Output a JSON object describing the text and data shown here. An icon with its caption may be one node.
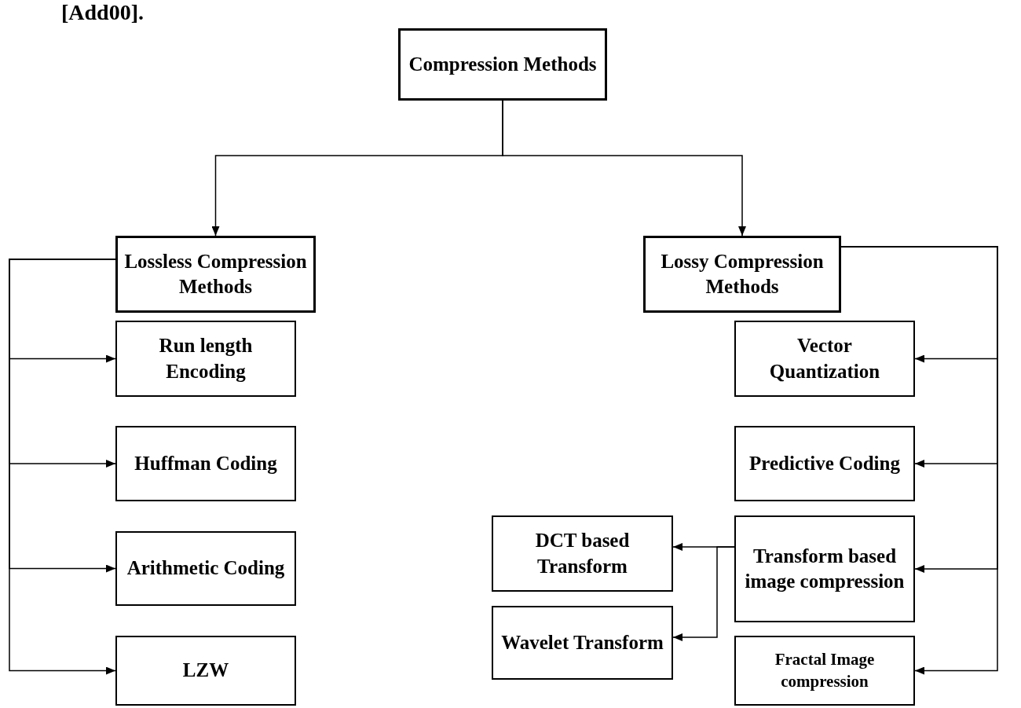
{
  "diagram": {
    "nodes": [
      {
        "text": [
          "Compression Methods"
        ]
      },
      {
        "text": [
          "Lossless Compression Methods"
        ]
      },
      {
        "text": [
          "Lossy Compression Methods"
        ]
      },
      {
        "text": [
          "Run length Encoding"
        ]
      },
      {
        "text": [
          "Huffman Coding"
        ]
      },
      {
        "text": [
          "Arithmetic Coding"
        ]
      },
      {
        "text": [
          "LZW"
        ]
      },
      {
        "text": [
          "Vector Quantization"
        ]
      },
      {
        "text": [
          "Predictive Coding"
        ]
      },
      {
        "text": [
          "Transform based image compression"
        ]
      },
      {
        "text": [
          "Fractal Image compression"
        ]
      },
      {
        "text": [
          "DCT based Transform"
        ]
      },
      {
        "text": [
          "Wavelet Transform"
        ]
      }
    ],
    "edges": [
      {
        "from": 0,
        "to": 1,
        "arrow": "to"
      },
      {
        "from": 0,
        "to": 2,
        "arrow": "to"
      },
      {
        "from": 1,
        "to": 3,
        "arrow": "to"
      },
      {
        "from": 1,
        "to": 4,
        "arrow": "to"
      },
      {
        "from": 1,
        "to": 5,
        "arrow": "to"
      },
      {
        "from": 1,
        "to": 6,
        "arrow": "to"
      },
      {
        "from": 2,
        "to": 7,
        "arrow": "to"
      },
      {
        "from": 2,
        "to": 8,
        "arrow": "to"
      },
      {
        "from": 2,
        "to": 9,
        "arrow": "to"
      },
      {
        "from": 2,
        "to": 10,
        "arrow": "to"
      },
      {
        "from": 9,
        "to": 11,
        "arrow": "to"
      },
      {
        "from": 9,
        "to": 12,
        "arrow": "to"
      }
    ],
    "labels": [
      "[Add00]."
    ]
  }
}
